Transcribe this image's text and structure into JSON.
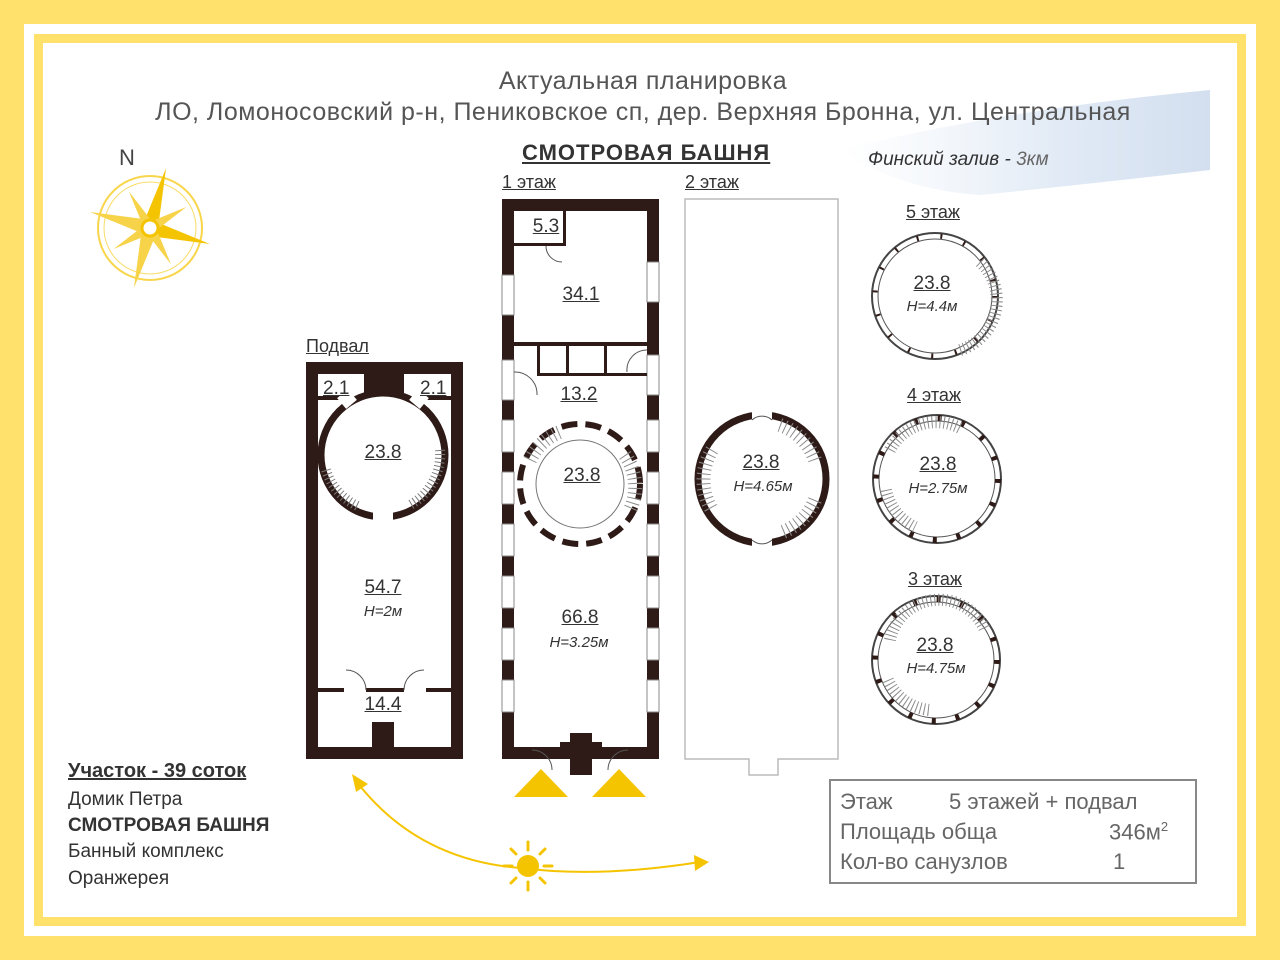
{
  "header": {
    "title": "Актуальная планировка",
    "address": "ЛО, Ломоносовский р-н, Пениковское сп, дер. Верхняя Бронна, ул. Центральная"
  },
  "compass_label": "N",
  "bay": {
    "name": "Финский залив - ",
    "distance": "3км"
  },
  "tower_title": "СМОТРОВАЯ БАШНЯ",
  "floors": {
    "basement": {
      "label": "Подвал",
      "rooms": {
        "corner_left": "2.1",
        "corner_right": "2.1",
        "stair": "23.8",
        "main": "54.7",
        "main_height": "H=2м",
        "entry": "14.4"
      }
    },
    "floor1": {
      "label": "1 этаж",
      "rooms": {
        "wc": "5.3",
        "upper": "34.1",
        "hall": "13.2",
        "stair": "23.8",
        "main": "66.8",
        "main_height": "H=3.25м"
      }
    },
    "floor2": {
      "label": "2 этаж",
      "area": "23.8",
      "height": "H=4.65м"
    },
    "floor3": {
      "label": "3 этаж",
      "area": "23.8",
      "height": "H=4.75м"
    },
    "floor4": {
      "label": "4 этаж",
      "area": "23.8",
      "height": "H=2.75м"
    },
    "floor5": {
      "label": "5 этаж",
      "area": "23.8",
      "height": "H=4.4м"
    }
  },
  "site": {
    "title": "Участок - 39 соток",
    "items": [
      "Домик Петра",
      "СМОТРОВАЯ БАШНЯ",
      "Банный комплекс",
      "Оранжерея"
    ]
  },
  "stats": {
    "floors_label": "Этаж",
    "floors_value": "5 этажей + подвал",
    "area_label": "Площадь обща",
    "area_value": "346м",
    "area_sup": "2",
    "baths_label": "Кол-во санузлов",
    "baths_value": "1"
  },
  "colors": {
    "frame": "#FFE16B",
    "wall": "#2E1A16",
    "arrow": "#F5C400",
    "sun": "#F5C400"
  },
  "icons": [
    "compass-rose-icon",
    "sun-icon",
    "entrance-arrow-icon"
  ]
}
